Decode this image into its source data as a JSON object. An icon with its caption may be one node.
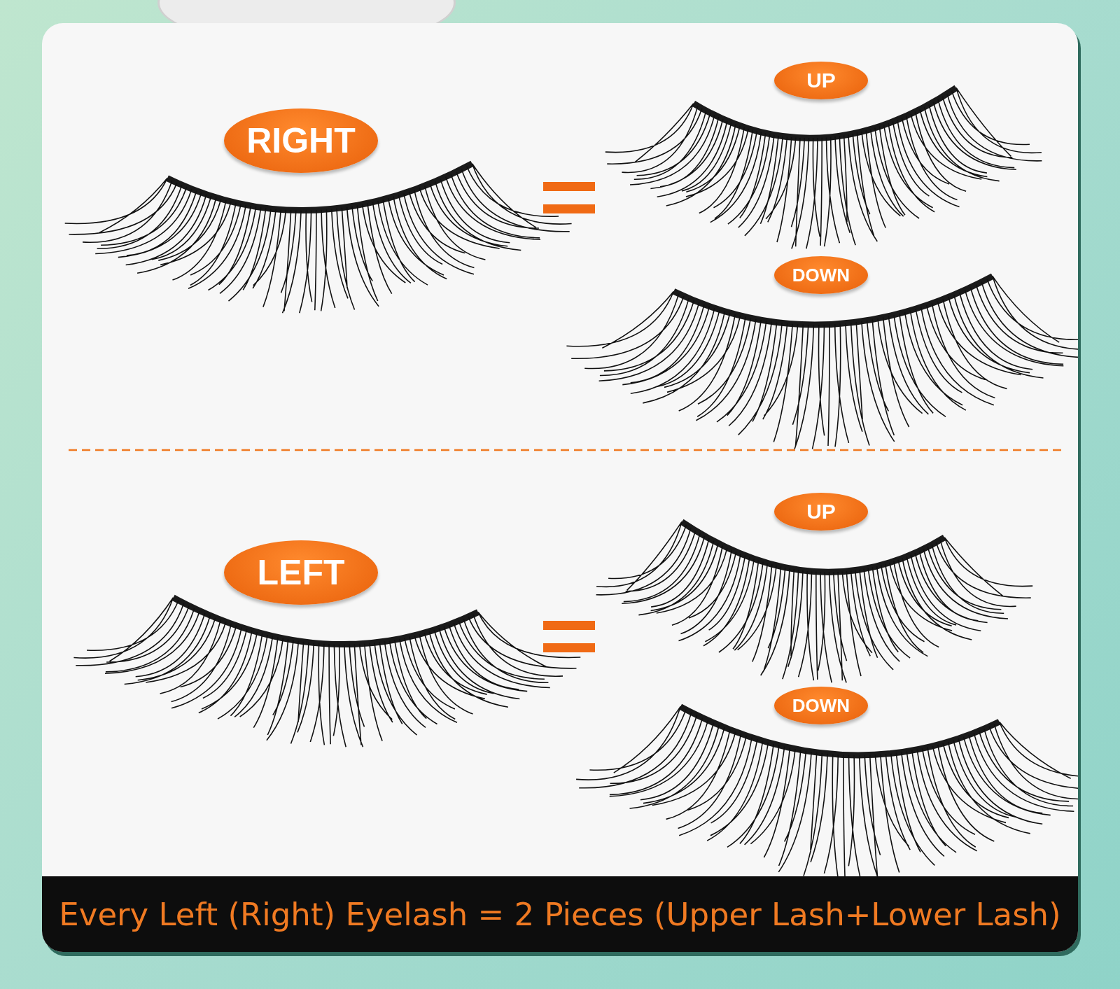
{
  "diagram": {
    "caption": "Every Left (Right) Eyelash = 2 Pieces (Upper Lash+Lower Lash)",
    "labels": [
      "RIGHT",
      "UP",
      "DOWN",
      "LEFT",
      "UP",
      "DOWN"
    ]
  }
}
